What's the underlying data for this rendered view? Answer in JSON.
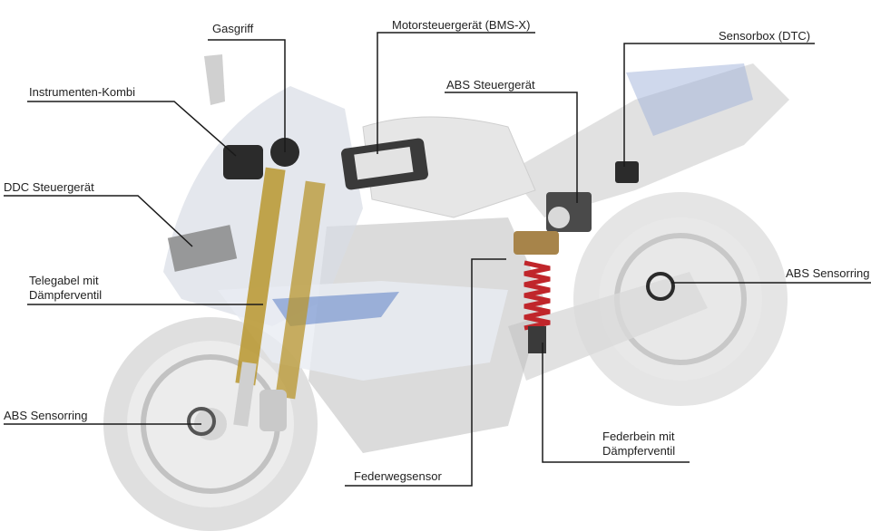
{
  "colors": {
    "leader": "#1a1a1a",
    "fork_gold": "#b8962e",
    "spring_red": "#c0262b",
    "accent_blue": "#5b7fc7",
    "ghost_gray": "#bfbfbf",
    "component_dark": "#2b2b2b"
  },
  "labels": {
    "gasgriff": "Gasgriff",
    "motorsteuergeraet": "Motorsteuergerät (BMS-X)",
    "sensorbox": "Sensorbox (DTC)",
    "instrumenten_kombi": "Instrumenten-Kombi",
    "abs_steuergeraet": "ABS Steuergerät",
    "ddc_steuergeraet": "DDC Steuergerät",
    "abs_sensorring_rear": "ABS Sensorring",
    "telegabel_line1": "Telegabel mit",
    "telegabel_line2": "Dämpferventil",
    "abs_sensorring_front": "ABS Sensorring",
    "federbein_line1": "Federbein mit",
    "federbein_line2": "Dämpferventil",
    "federwegsensor": "Federwegsensor"
  }
}
